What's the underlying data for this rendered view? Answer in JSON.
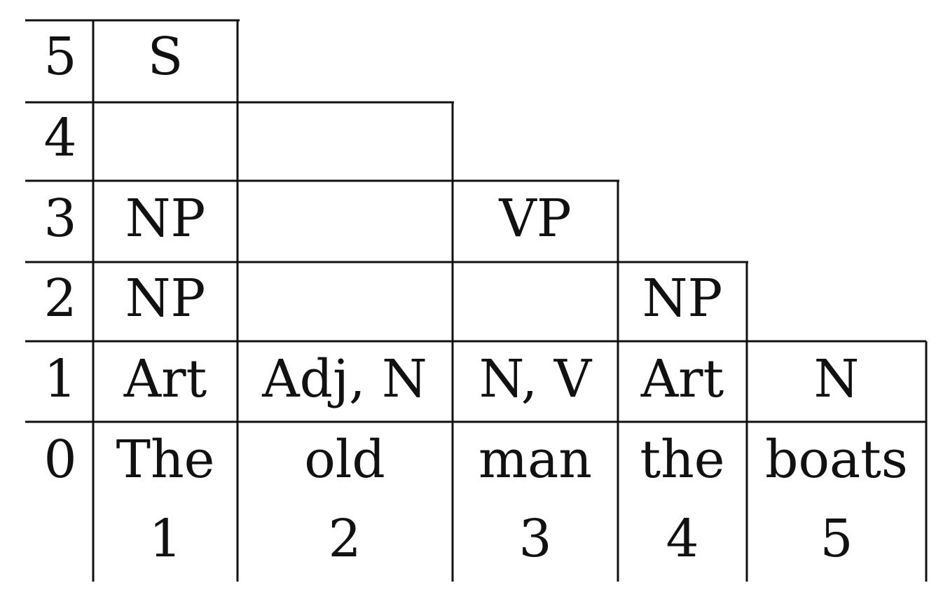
{
  "table": {
    "rows": [
      {
        "level": "5",
        "cells": [
          "S"
        ]
      },
      {
        "level": "4",
        "cells": [
          "",
          ""
        ]
      },
      {
        "level": "3",
        "cells": [
          "NP",
          "",
          "VP"
        ]
      },
      {
        "level": "2",
        "cells": [
          "NP",
          "",
          "",
          "NP"
        ]
      },
      {
        "level": "1",
        "cells": [
          "Art",
          "Adj, N",
          "N, V",
          "Art",
          "N"
        ]
      },
      {
        "level": "0",
        "cells": [
          "The",
          "old",
          "man",
          "the",
          "boats"
        ]
      }
    ],
    "positions": [
      "1",
      "2",
      "3",
      "4",
      "5"
    ]
  },
  "colors": {
    "ink": "#111111",
    "background": "#ffffff"
  }
}
